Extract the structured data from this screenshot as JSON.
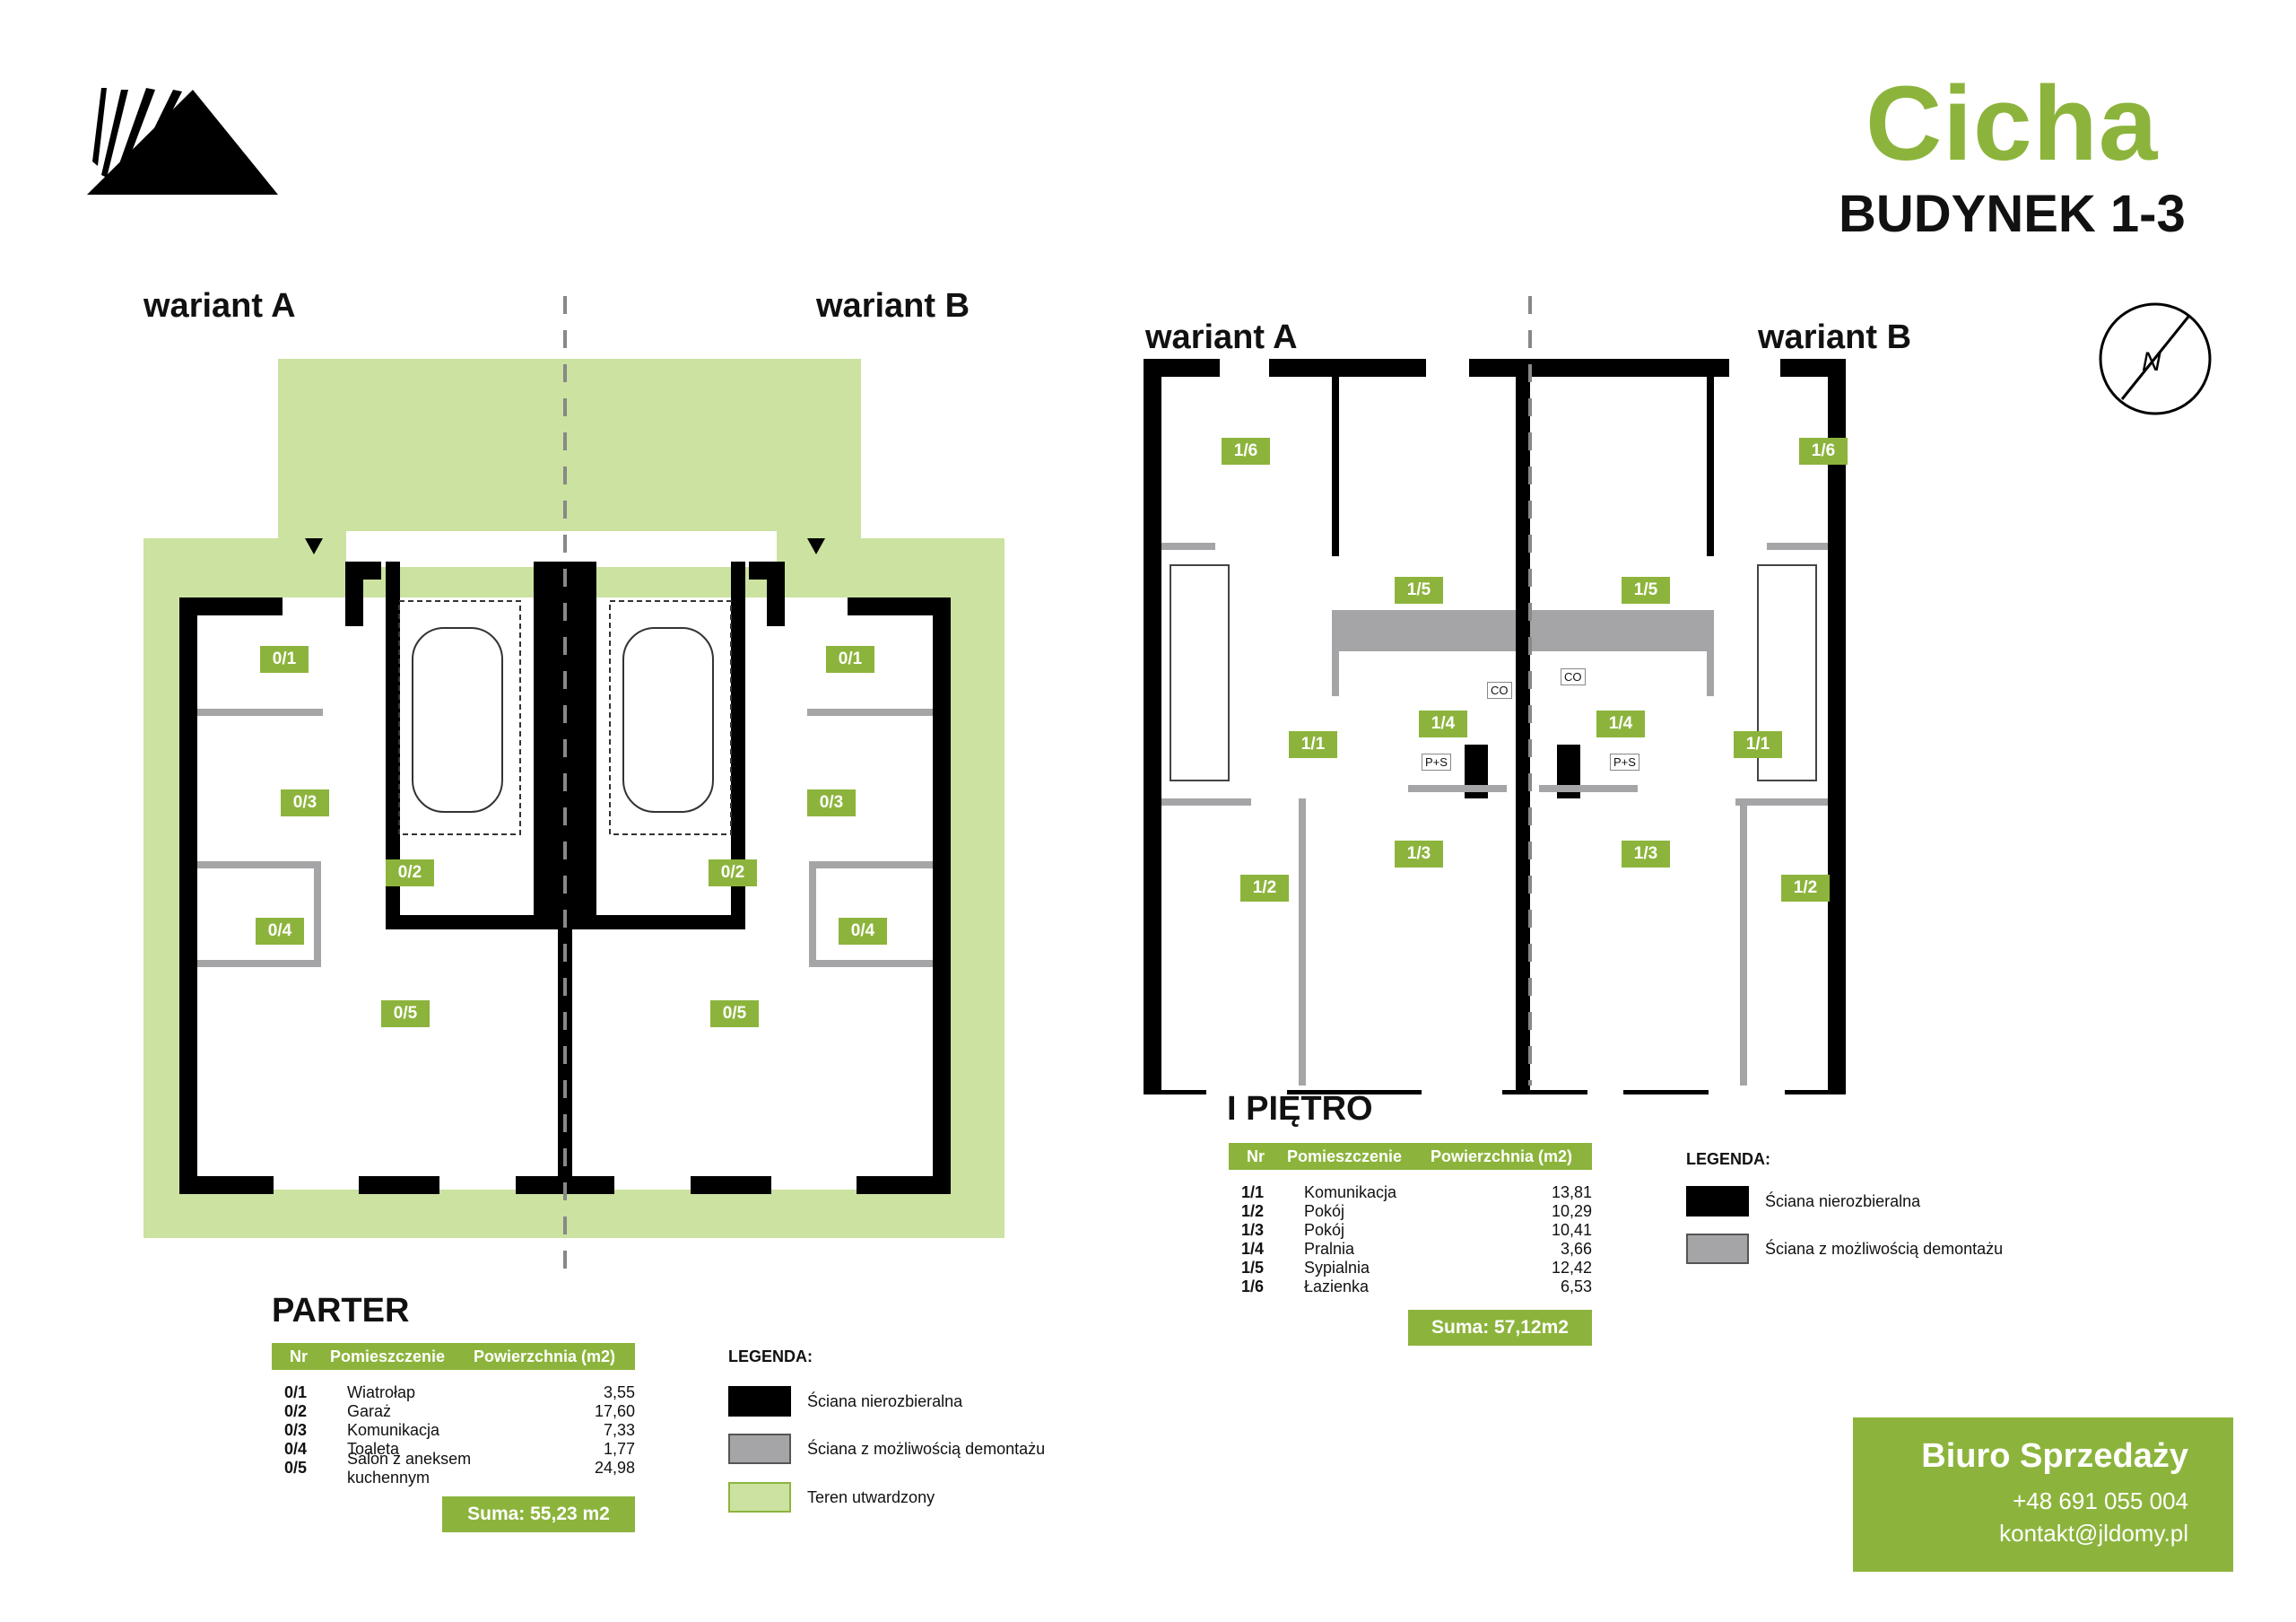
{
  "header": {
    "title": "Cicha",
    "subtitle": "BUDYNEK 1-3"
  },
  "logo": {
    "icon": "mountain-logo-icon"
  },
  "compass": {
    "icon": "north-arrow-icon",
    "label": "N"
  },
  "parter": {
    "wariant_a": "wariant A",
    "wariant_b": "wariant B",
    "title": "PARTER",
    "columns": {
      "nr": "Nr",
      "room": "Pomieszczenie",
      "area": "Powierzchnia (m2)"
    },
    "rows": [
      {
        "nr": "0/1",
        "name": "Wiatrołap",
        "area": "3,55"
      },
      {
        "nr": "0/2",
        "name": "Garaż",
        "area": "17,60"
      },
      {
        "nr": "0/3",
        "name": "Komunikacja",
        "area": "7,33"
      },
      {
        "nr": "0/4",
        "name": "Toaleta",
        "area": "1,77"
      },
      {
        "nr": "0/5",
        "name": "Salon z aneksem kuchennym",
        "area": "24,98"
      }
    ],
    "sum": "Suma: 55,23 m2",
    "room_labels": [
      "0/1",
      "0/2",
      "0/3",
      "0/4",
      "0/5"
    ]
  },
  "pietro": {
    "wariant_a": "wariant A",
    "wariant_b": "wariant B",
    "title": "I PIĘTRO",
    "columns": {
      "nr": "Nr",
      "room": "Pomieszczenie",
      "area": "Powierzchnia (m2)"
    },
    "rows": [
      {
        "nr": "1/1",
        "name": "Komunikacja",
        "area": "13,81"
      },
      {
        "nr": "1/2",
        "name": "Pokój",
        "area": "10,29"
      },
      {
        "nr": "1/3",
        "name": "Pokój",
        "area": "10,41"
      },
      {
        "nr": "1/4",
        "name": "Pralnia",
        "area": "3,66"
      },
      {
        "nr": "1/5",
        "name": "Sypialnia",
        "area": "12,42"
      },
      {
        "nr": "1/6",
        "name": "Łazienka",
        "area": "6,53"
      }
    ],
    "sum": "Suma: 57,12m2",
    "room_labels": [
      "1/1",
      "1/2",
      "1/3",
      "1/4",
      "1/5",
      "1/6"
    ],
    "small_labels": {
      "co": "CO",
      "ps": "P+S"
    }
  },
  "legend_parter": {
    "title": "LEGENDA:",
    "items": [
      {
        "label": "Ściana nierozbieralna",
        "color": "#000000"
      },
      {
        "label": "Ściana z możliwością demontażu",
        "color": "#a5a5a8"
      },
      {
        "label": "Teren utwardzony",
        "color": "#cce2a0"
      }
    ]
  },
  "legend_pietro": {
    "title": "LEGENDA:",
    "items": [
      {
        "label": "Ściana nierozbieralna",
        "color": "#000000"
      },
      {
        "label": "Ściana z możliwością demontażu",
        "color": "#a5a5a8"
      }
    ]
  },
  "sales": {
    "title": "Biuro Sprzedaży",
    "phone": "+48 691 055 004",
    "email": "kontakt@jldomy.pl"
  },
  "colors": {
    "accent": "#8cb43c",
    "terrain": "#cce2a0",
    "wall": "#000000",
    "wall_removable": "#a5a5a8"
  }
}
